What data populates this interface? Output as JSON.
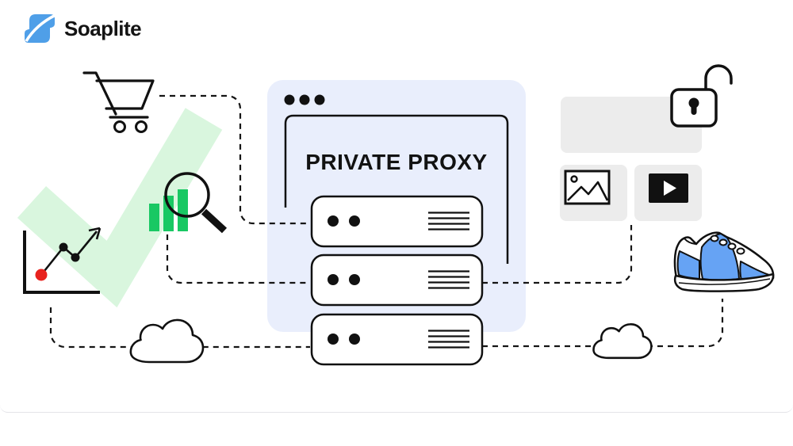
{
  "brand": {
    "name": "Soaplite"
  },
  "illustration": {
    "proxy_label": "PRIVATE PROXY",
    "colors": {
      "logo_blue": "#4F9FE8",
      "check_green": "#D9F6DE",
      "bar_green": "#19C863",
      "panel_blue": "#E9EEFC",
      "tile_gray": "#ECECEC",
      "sneaker_blue": "#66A3F4",
      "dot_red": "#E8221E",
      "ink": "#111111"
    },
    "icons": [
      "shopping-cart-icon",
      "growth-chart-icon",
      "bar-chart-icon",
      "magnifier-icon",
      "checkmark-shape",
      "cloud-icon-left",
      "cloud-icon-right",
      "browser-window",
      "server-rack",
      "open-padlock-icon",
      "image-placeholder-icon",
      "video-player-icon",
      "sneaker-icon"
    ]
  }
}
